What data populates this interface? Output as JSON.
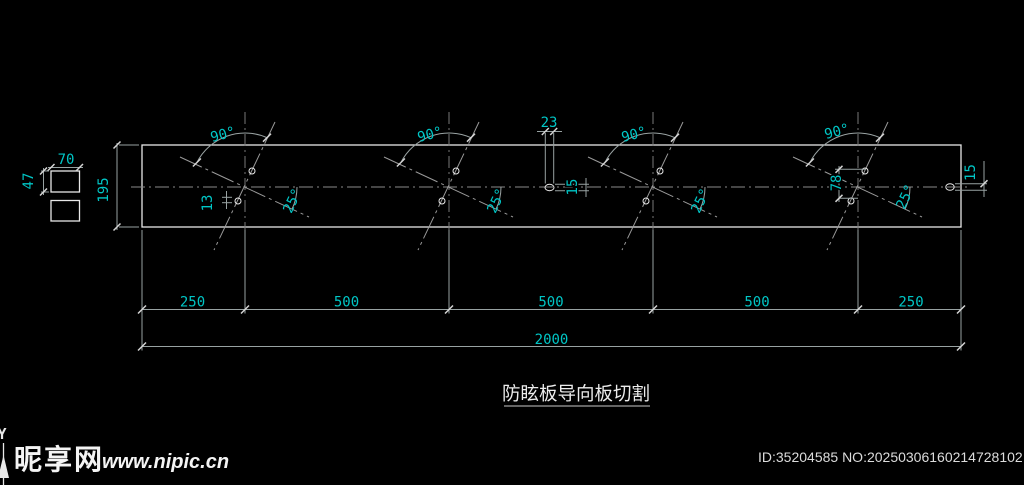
{
  "title": "防眩板导向板切割",
  "side_piece": {
    "width": "70",
    "height": "47"
  },
  "plate": {
    "height": "195"
  },
  "mid_slot": {
    "width": "23",
    "height": "15"
  },
  "right_slot": {
    "height": "15"
  },
  "crosses": [
    {
      "angle_top": "90°",
      "angle_side": "25°",
      "hole_dia": "13"
    },
    {
      "angle_top": "90°",
      "angle_side": "25°"
    },
    {
      "angle_top": "90°",
      "angle_side": "25°"
    },
    {
      "angle_top": "90°",
      "angle_side": "25°",
      "hole_spacing": "78"
    }
  ],
  "bottom_dims": {
    "segments": [
      "250",
      "500",
      "500",
      "500",
      "250"
    ],
    "total": "2000"
  },
  "watermark": {
    "site_name": "昵享网",
    "site_url": "www.nipic.cn"
  },
  "footer": {
    "id_text": "ID:35204585 NO:20250306160214728102"
  },
  "ucs": {
    "axis_label": "Y"
  },
  "colors": {
    "background": "#000000",
    "dimension_text": "#00c6c6",
    "drawing_line": "#e8e8e8",
    "centerline": "#8a8a8a"
  }
}
